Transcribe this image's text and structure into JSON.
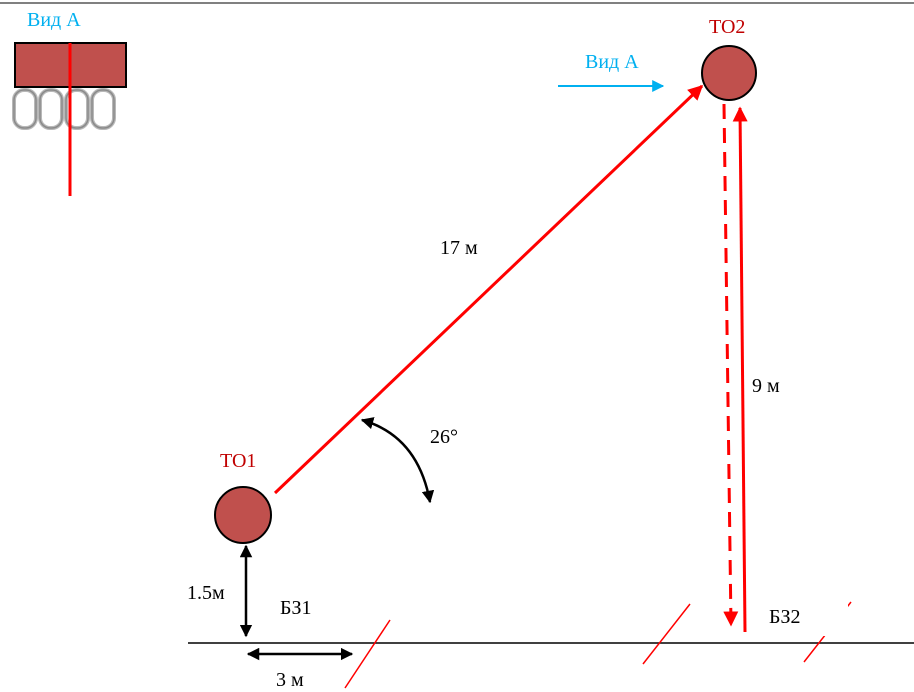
{
  "inset": {
    "title": "Вид А"
  },
  "nodes": {
    "to1": "ТО1",
    "to2": "ТО2"
  },
  "view_label": "Вид А",
  "dimensions": {
    "incline": "17 м",
    "angle": "26°",
    "vertical": "9 м",
    "to1_height": "1.5м",
    "ground_gap": "3 м"
  },
  "zones": {
    "bz1": "БЗ1",
    "bz2": "БЗ2"
  },
  "colors": {
    "node_fill": "#c0504d",
    "line_red": "#ff0000",
    "label_red": "#c00000",
    "label_blue": "#00b0f0",
    "black": "#000000"
  },
  "icons": [
    "carabiner-icon",
    "double-arrow-icon",
    "arc-arrow-icon"
  ]
}
